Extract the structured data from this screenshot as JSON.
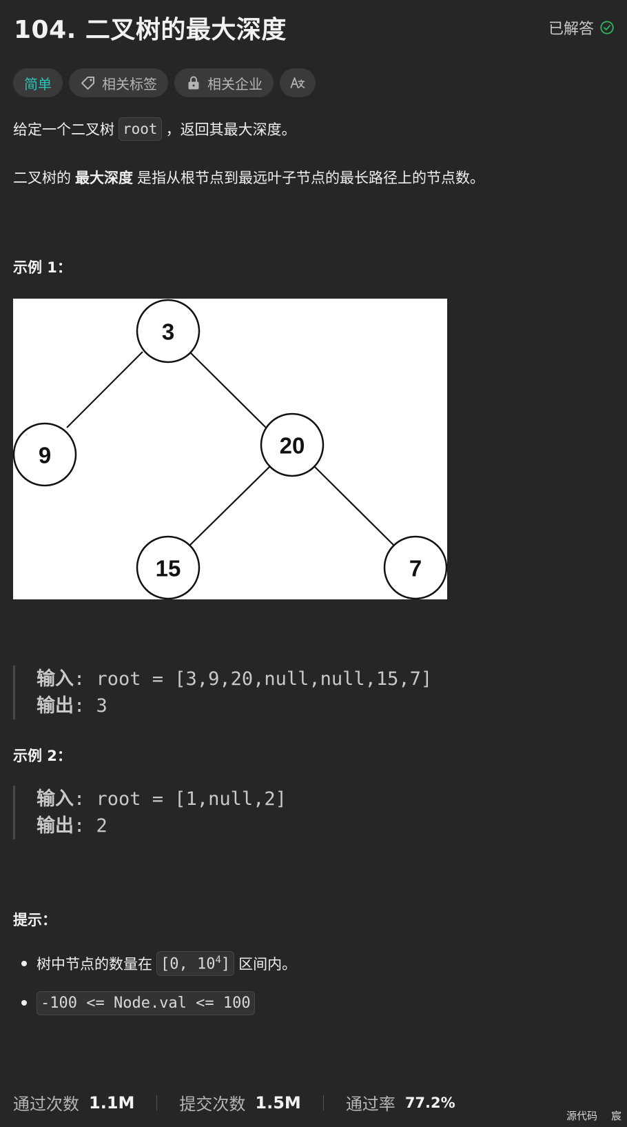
{
  "problem": {
    "title": "104. 二叉树的最大深度",
    "status": "已解答"
  },
  "tags": {
    "difficulty": "简单",
    "related_tags": "相关标签",
    "related_companies": "相关企业"
  },
  "description": {
    "line1_before": "给定一个二叉树",
    "line1_code": "root",
    "line1_after": "，返回其最大深度。",
    "line2_before": "二叉树的",
    "line2_bold": "最大深度",
    "line2_after": "是指从根节点到最远叶子节点的最长路径上的节点数。"
  },
  "example1": {
    "heading": "示例 1：",
    "tree_nodes": [
      "3",
      "9",
      "20",
      "15",
      "7"
    ],
    "input_label": "输入",
    "input_value": ": root = [3,9,20,null,null,15,7]",
    "output_label": "输出",
    "output_value": ": 3"
  },
  "example2": {
    "heading": "示例 2：",
    "input_label": "输入",
    "input_value": ": root = [1,null,2]",
    "output_label": "输出",
    "output_value": ": 2"
  },
  "hints": {
    "heading": "提示：",
    "item1_before": "树中节点的数量在",
    "item1_code_a": "[0, 10",
    "item1_code_sup": "4",
    "item1_code_b": "]",
    "item1_after": "区间内。",
    "item2_code": "-100 <= Node.val <= 100"
  },
  "stats": {
    "accepted_label": "通过次数",
    "accepted_value": "1.1M",
    "submitted_label": "提交次数",
    "submitted_value": "1.5M",
    "rate_label": "通过率",
    "rate_value": "77.2%"
  },
  "footer": {
    "source": "源代码",
    "mark": "宸"
  },
  "colors": {
    "easy": "#2cc3b6",
    "solved_check": "#2db55d",
    "background": "#262626"
  },
  "icons": [
    "check-circle-icon",
    "tag-icon",
    "lock-icon",
    "translate-icon"
  ]
}
